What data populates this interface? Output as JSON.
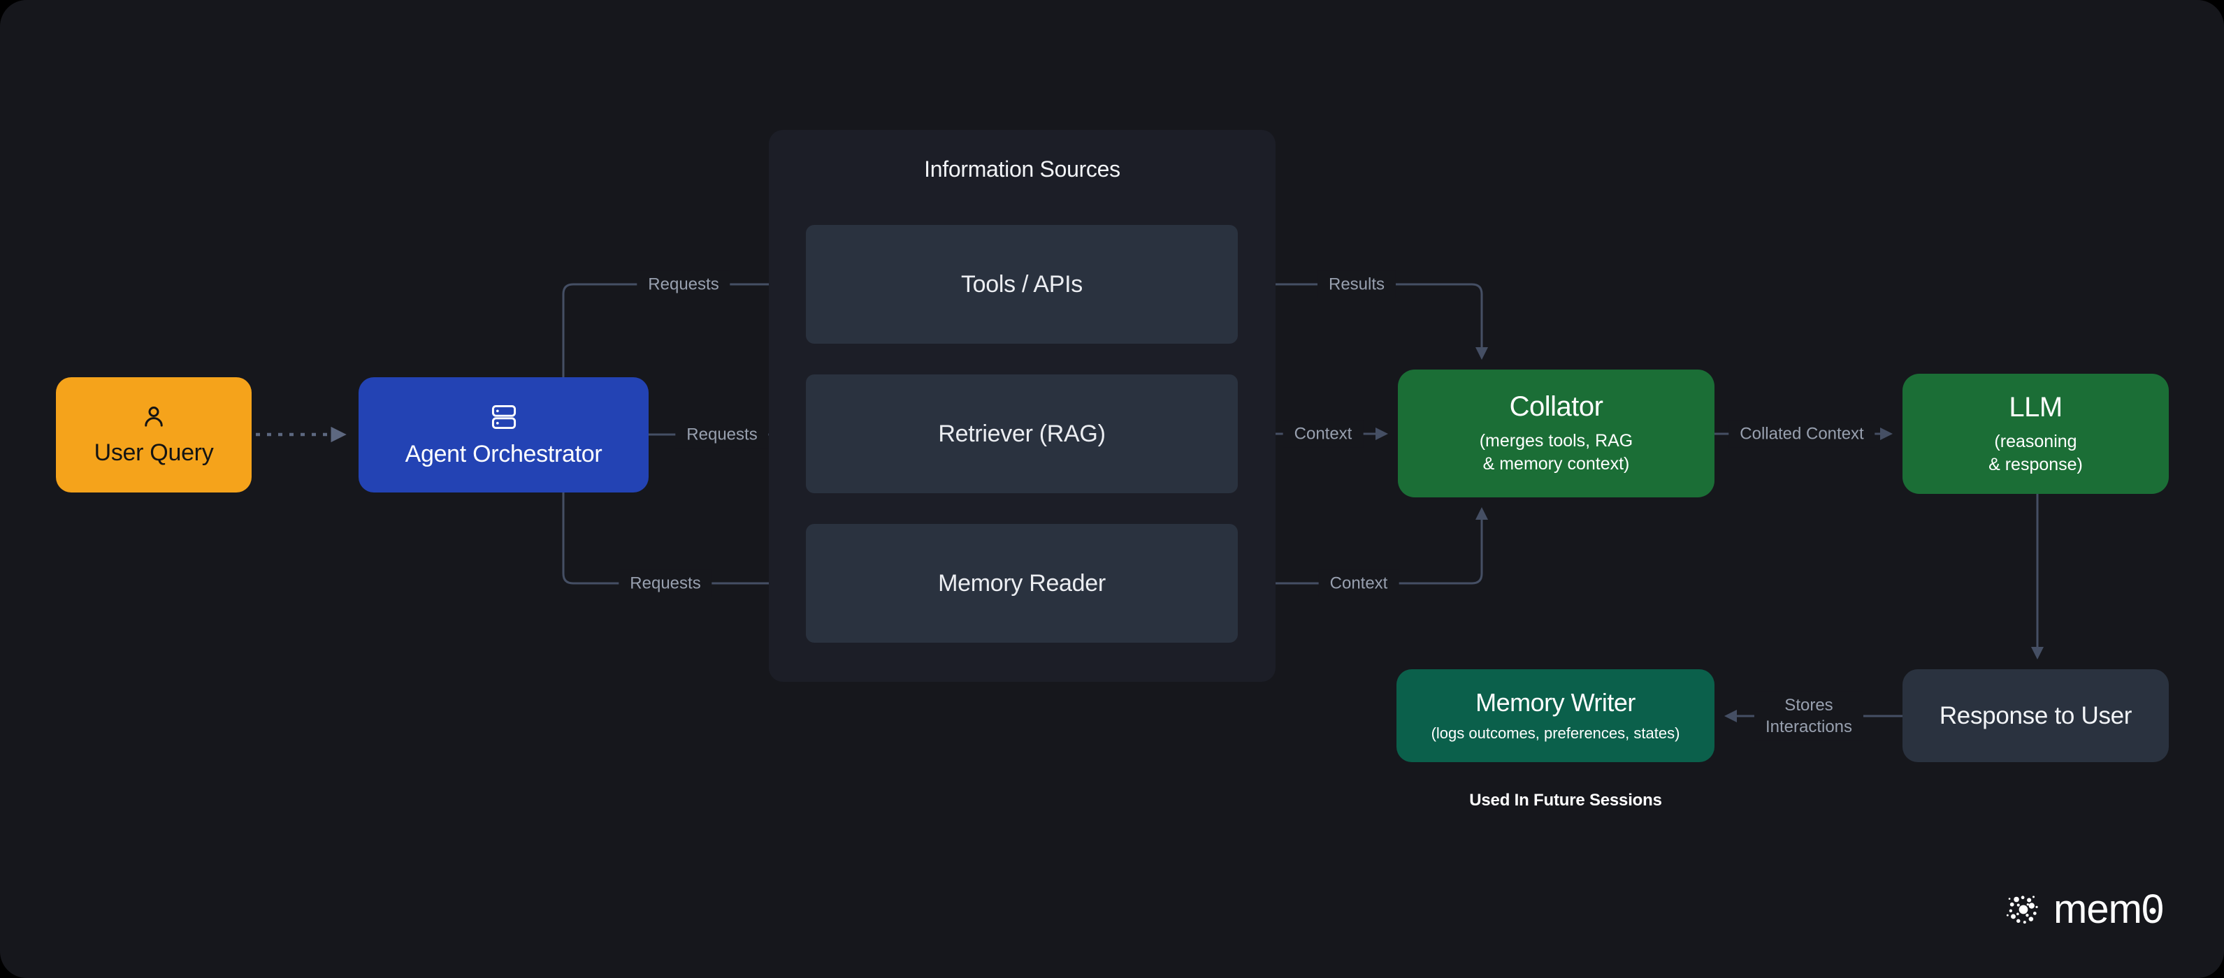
{
  "colors": {
    "outer_background": "#000000",
    "card_background": "#16171c",
    "panel_background": "#1c1e27",
    "slate_box": "#2a323f",
    "orange": "#f5a31b",
    "blue": "#2343b4",
    "green": "#1b6e36",
    "teal_green": "#0b604b",
    "edge_line": "#454f64",
    "dashed_line": "#5d6880",
    "edge_label_text": "#98a0af"
  },
  "nodes": {
    "user_query": {
      "label": "User Query",
      "icon": "user-icon"
    },
    "agent_orchestrator": {
      "label": "Agent Orchestrator",
      "icon": "server-icon"
    },
    "information_sources": {
      "title": "Information Sources",
      "items": [
        "Tools / APIs",
        "Retriever (RAG)",
        "Memory Reader"
      ]
    },
    "collator": {
      "label": "Collator",
      "sublabel_line1": "(merges tools, RAG",
      "sublabel_line2": "& memory context)"
    },
    "llm": {
      "label": "LLM",
      "sublabel_line1": "(reasoning",
      "sublabel_line2": "& response)"
    },
    "memory_writer": {
      "label": "Memory Writer",
      "sublabel": "(logs outcomes, preferences, states)"
    },
    "response_to_user": {
      "label": "Response to User"
    }
  },
  "edges": {
    "requests_top": "Requests",
    "requests_middle": "Requests",
    "requests_bottom": "Requests",
    "results": "Results",
    "context_middle": "Context",
    "context_bottom": "Context",
    "collated_context": "Collated Context",
    "stores_line1": "Stores",
    "stores_line2": "Interactions"
  },
  "footnote": "Used In Future Sessions",
  "logo": {
    "text_prefix": "mem",
    "text_zero": "0",
    "icon": "mem0-dots-icon"
  }
}
